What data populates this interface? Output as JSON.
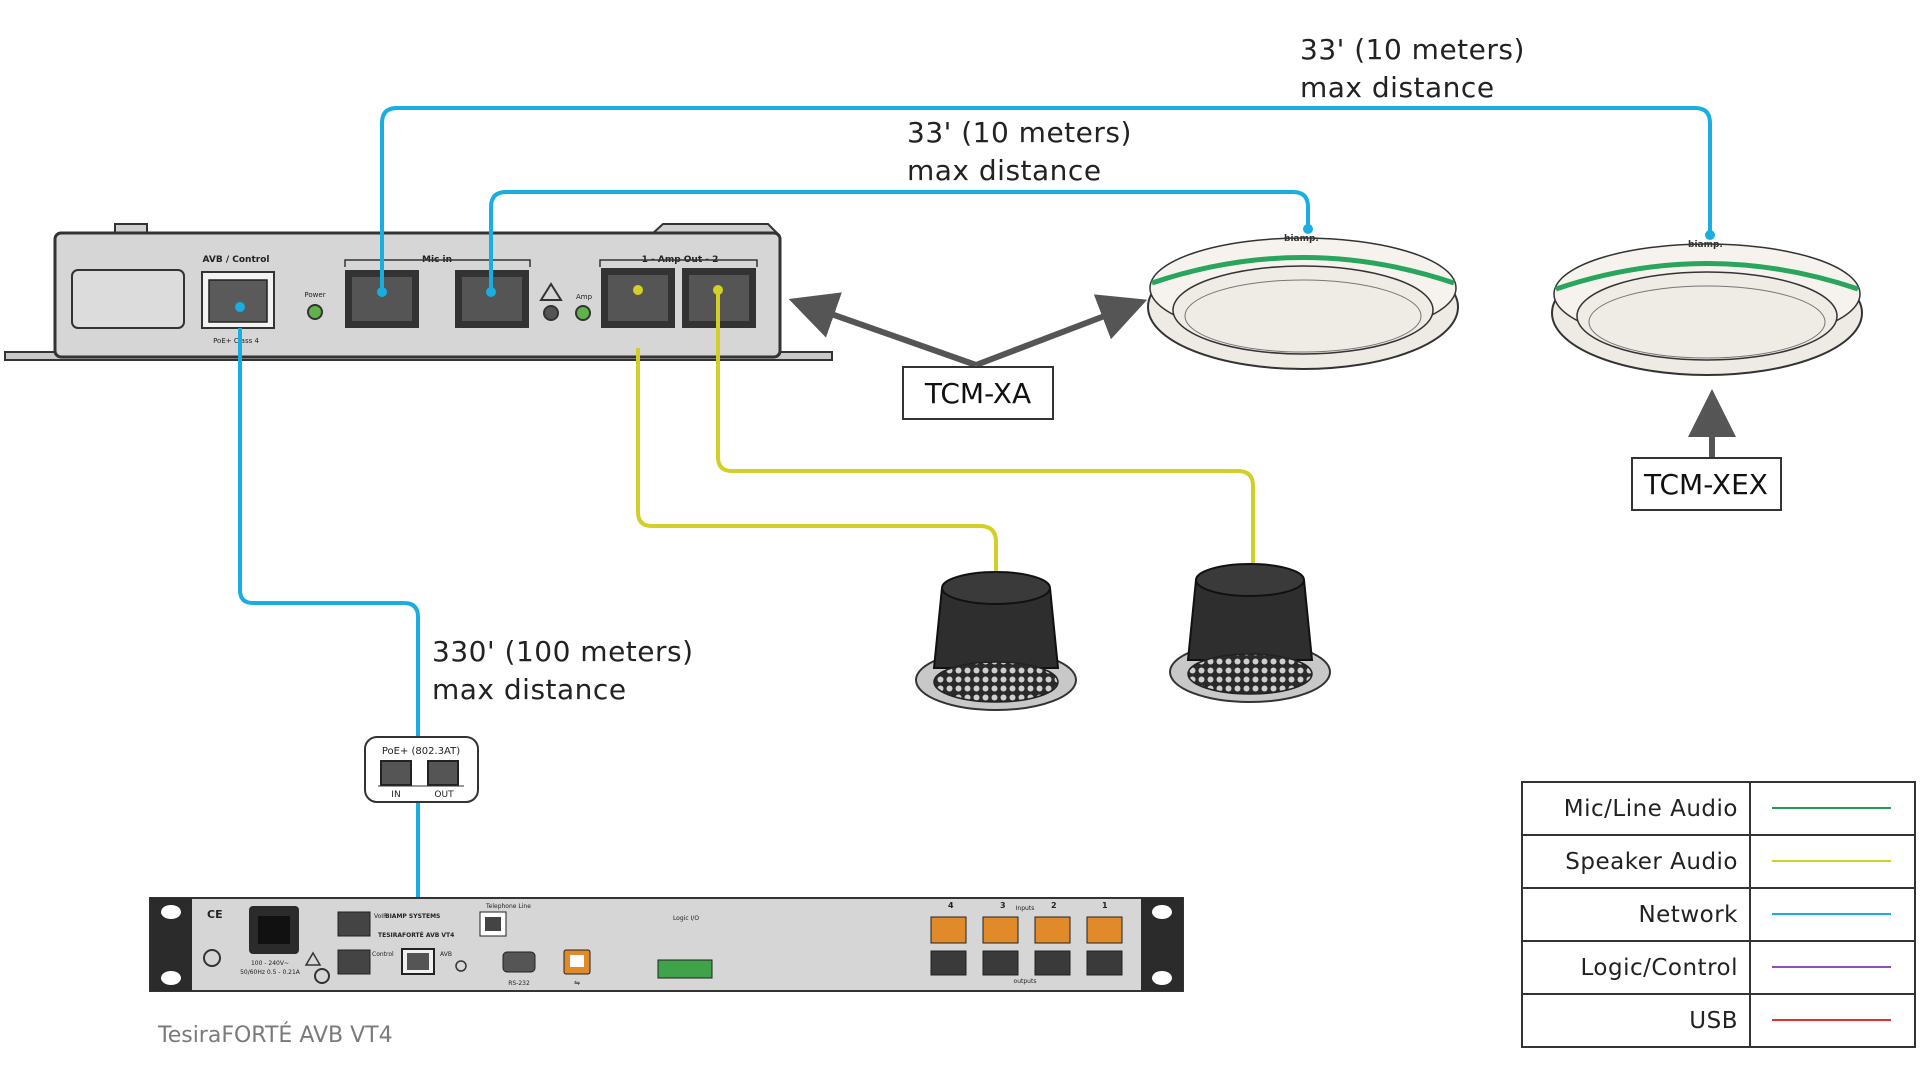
{
  "colors": {
    "network": "#1aaee0",
    "speaker": "#d2cf28",
    "mic": "#1f9e58",
    "logic": "#8a4fc0",
    "usb": "#e03030",
    "device_gray": "#d6d6d6",
    "arrow": "#555555"
  },
  "distances": {
    "top_cable": [
      "33' (10 meters)",
      "max distance"
    ],
    "middle_cable": [
      "33' (10 meters)",
      "max distance"
    ],
    "poe_cable": [
      "330' (100 meters)",
      "max distance"
    ]
  },
  "callouts": {
    "tcm_xa": "TCM-XA",
    "tcm_xex": "TCM-XEX"
  },
  "ex_amp": {
    "avb_control": "AVB / Control",
    "poe_class": "PoE+ Class 4",
    "power": "Power",
    "mic_in": "Mic in",
    "amp": "Amp",
    "amp_out": "1 - Amp Out - 2"
  },
  "mic_logo": "biamp.",
  "injector": {
    "title": "PoE+ (802.3AT)",
    "in": "IN",
    "out": "OUT"
  },
  "vt4": {
    "caption": "TesiraFORTÉ AVB VT4",
    "ce": "CE",
    "voip": "VoIP",
    "control": "Control",
    "brand": "BIAMP SYSTEMS",
    "model": "TESIRAFORTÉ AVB VT4",
    "telephone": "Telephone Line",
    "avb": "AVB",
    "rs232": "RS-232",
    "logic_io": "Logic I/O",
    "inputs": "Inputs",
    "outputs": "outputs",
    "channels": [
      "4",
      "3",
      "2",
      "1"
    ],
    "voltage": "100 - 240V~",
    "freq": "50/60Hz 0.5 - 0.21A"
  },
  "legend": [
    {
      "label": "Mic/Line Audio",
      "color": "#1f9e58"
    },
    {
      "label": "Speaker Audio",
      "color": "#d2cf28"
    },
    {
      "label": "Network",
      "color": "#1aaee0"
    },
    {
      "label": "Logic/Control",
      "color": "#8a4fc0"
    },
    {
      "label": "USB",
      "color": "#e03030"
    }
  ]
}
